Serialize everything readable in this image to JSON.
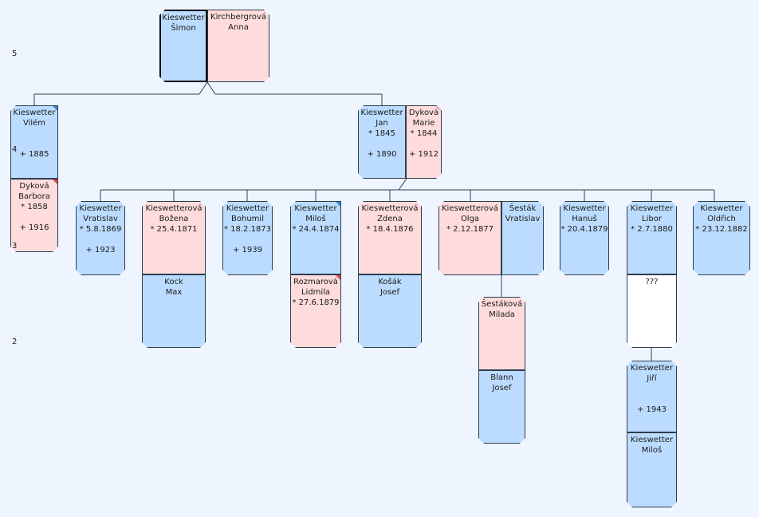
{
  "colors": {
    "male": "#bcdcff",
    "female": "#ffdcdc",
    "unknown": "#ffffff",
    "background": "#eef5ff",
    "line": "#2c3e50"
  },
  "generation_labels": [
    {
      "id": "gen-5",
      "text": "5"
    },
    {
      "id": "gen-2",
      "text": "2"
    }
  ],
  "side_labels": [
    {
      "id": "side-4",
      "text": "4"
    },
    {
      "id": "side-3",
      "text": "3"
    }
  ],
  "persons": [
    {
      "id": "p-kieswetter-simon",
      "sex": "male",
      "selected": true,
      "lines": [
        "Kieswetter",
        "Šimon"
      ]
    },
    {
      "id": "p-kirchbergrova-anna",
      "sex": "female",
      "lines": [
        "Kirchbergrová",
        "Anna"
      ]
    },
    {
      "id": "p-kieswetter-vilem",
      "sex": "male",
      "corner": "blue",
      "lines": [
        "Kieswetter",
        "Vilém",
        "",
        "",
        "+ 1885"
      ]
    },
    {
      "id": "p-dykova-barbora",
      "sex": "female",
      "corner": "red",
      "lines": [
        "Dyková",
        "Barbora",
        "* 1858",
        "",
        "+ 1916"
      ]
    },
    {
      "id": "p-kieswetter-jan",
      "sex": "male",
      "lines": [
        "Kieswetter",
        "Jan",
        "* 1845",
        "",
        "+ 1890"
      ]
    },
    {
      "id": "p-dykova-marie",
      "sex": "female",
      "corner": "red",
      "lines": [
        "Dyková",
        "Marie",
        "* 1844",
        "",
        "+ 1912"
      ]
    },
    {
      "id": "p-kieswetter-vratislav",
      "sex": "male",
      "lines": [
        "Kieswetter",
        "Vratislav",
        "* 5.8.1869",
        "",
        "+ 1923"
      ]
    },
    {
      "id": "p-kieswetterova-bozena",
      "sex": "female",
      "lines": [
        "Kieswetterová",
        "Božena",
        "* 25.4.1871"
      ]
    },
    {
      "id": "p-kock-max",
      "sex": "male",
      "lines": [
        "Kock",
        "Max"
      ]
    },
    {
      "id": "p-kieswetter-bohumil",
      "sex": "male",
      "lines": [
        "Kieswetter",
        "Bohumil",
        "* 18.2.1873",
        "",
        "+ 1939"
      ]
    },
    {
      "id": "p-kieswetter-milos",
      "sex": "male",
      "corner": "blue",
      "lines": [
        "Kieswetter",
        "Miloš",
        "* 24.4.1874"
      ]
    },
    {
      "id": "p-rozmarova-lidmila",
      "sex": "female",
      "corner": "red",
      "lines": [
        "Rozmarová",
        "Lidmila",
        "* 27.6.1879"
      ]
    },
    {
      "id": "p-kieswetterova-zdena",
      "sex": "female",
      "lines": [
        "Kieswetterová",
        "Zdena",
        "* 18.4.1876"
      ]
    },
    {
      "id": "p-kosak-josef",
      "sex": "male",
      "lines": [
        "Košák",
        "Josef"
      ]
    },
    {
      "id": "p-kieswetterova-olga",
      "sex": "female",
      "lines": [
        "Kieswetterová",
        "Olga",
        "* 2.12.1877"
      ]
    },
    {
      "id": "p-sestak-vratislav",
      "sex": "male",
      "lines": [
        "Šesták",
        "Vratislav"
      ]
    },
    {
      "id": "p-sestakova-milada",
      "sex": "female",
      "lines": [
        "Šestáková",
        "Milada"
      ]
    },
    {
      "id": "p-blann-josef",
      "sex": "male",
      "lines": [
        "Blann",
        "Josef"
      ]
    },
    {
      "id": "p-kieswetter-hanus",
      "sex": "male",
      "lines": [
        "Kieswetter",
        "Hanuš",
        "* 20.4.1879"
      ]
    },
    {
      "id": "p-kieswetter-libor",
      "sex": "male",
      "lines": [
        "Kieswetter",
        "Libor",
        "* 2.7.1880"
      ]
    },
    {
      "id": "p-unknown-spouse",
      "sex": "unknown",
      "lines": [
        "???"
      ]
    },
    {
      "id": "p-kieswetter-jiri",
      "sex": "male",
      "lines": [
        "Kieswetter",
        "Jiří",
        "",
        "",
        "+ 1943"
      ]
    },
    {
      "id": "p-kieswetter-milos-jr",
      "sex": "male",
      "lines": [
        "Kieswetter",
        "Miloš"
      ]
    },
    {
      "id": "p-kieswetter-oldrich",
      "sex": "male",
      "lines": [
        "Kieswetter",
        "Oldřich",
        "* 23.12.1882"
      ]
    }
  ]
}
